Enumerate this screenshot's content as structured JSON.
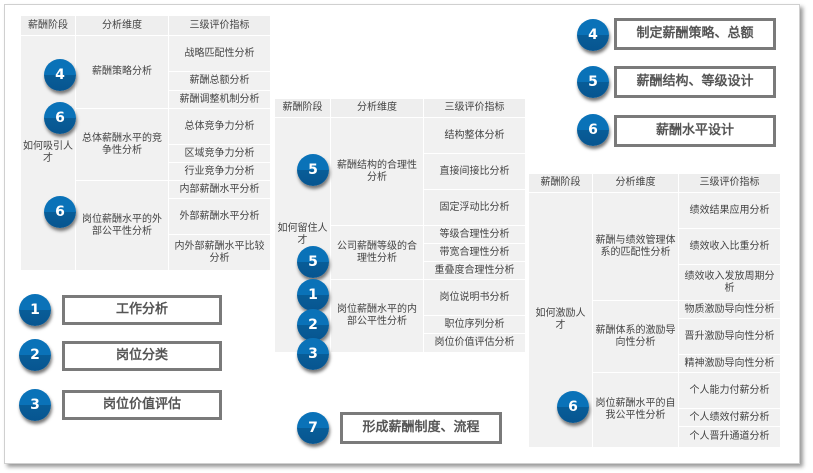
{
  "tables": [
    {
      "header": [
        "薪酬阶段",
        "分析维度",
        "三级评价指标"
      ],
      "stage": "如何吸引人才",
      "groups": [
        {
          "dimension": "薪酬策略分析",
          "indicators": [
            "战略匹配性分析",
            "薪酬总额分析",
            "薪酬调整机制分析"
          ]
        },
        {
          "dimension": "总体薪酬水平的竞争性分析",
          "indicators": [
            "总体竞争力分析",
            "区域竞争力分析",
            "行业竞争力分析"
          ]
        },
        {
          "dimension": "岗位薪酬水平的外部公平性分析",
          "indicators": [
            "内部薪酬水平分析",
            "外部薪酬水平分析",
            "内外部薪酬水平比较分析"
          ]
        }
      ]
    },
    {
      "header": [
        "薪酬阶段",
        "分析维度",
        "三级评价指标"
      ],
      "stage": "如何留住人才",
      "groups": [
        {
          "dimension": "薪酬结构的合理性分析",
          "indicators": [
            "结构整体分析",
            "直接间接比分析",
            "固定浮动比分析"
          ]
        },
        {
          "dimension": "公司薪酬等级的合理性分析",
          "indicators": [
            "等级合理性分析",
            "带宽合理性分析",
            "重叠度合理性分析"
          ]
        },
        {
          "dimension": "岗位薪酬水平的内部公平性分析",
          "indicators": [
            "岗位说明书分析",
            "职位序列分析",
            "岗位价值评估分析"
          ]
        }
      ]
    },
    {
      "header": [
        "薪酬阶段",
        "分析维度",
        "三级评价指标"
      ],
      "stage": "如何激励人才",
      "groups": [
        {
          "dimension": "薪酬与绩效管理体系的匹配性分析",
          "indicators": [
            "绩效结果应用分析",
            "绩效收入比重分析",
            "绩效收入发放周期分析"
          ]
        },
        {
          "dimension": "薪酬体系的激励导向性分析",
          "indicators": [
            "物质激励导向性分析",
            "晋升激励导向性分析",
            "精神激励导向性分析"
          ]
        },
        {
          "dimension": "岗位薪酬水平的自我公平性分析",
          "indicators": [
            "个人能力付薪分析",
            "个人绩效付薪分析",
            "个人晋升通道分析"
          ]
        }
      ]
    }
  ],
  "steps": [
    {
      "num": "1",
      "label": "工作分析"
    },
    {
      "num": "2",
      "label": "岗位分类"
    },
    {
      "num": "3",
      "label": "岗位价值评估"
    },
    {
      "num": "4",
      "label": "制定薪酬策略、总额"
    },
    {
      "num": "5",
      "label": "薪酬结构、等级设计"
    },
    {
      "num": "6",
      "label": "薪酬水平设计"
    },
    {
      "num": "7",
      "label": "形成薪酬制度、流程"
    }
  ],
  "table_badges": [
    "4",
    "6",
    "6",
    "5",
    "5",
    "1",
    "2",
    "3",
    "6"
  ],
  "colors": {
    "badge": "#0a72b8",
    "box_border": "#7a7a7a",
    "table_bg": "#f1f1f1"
  }
}
